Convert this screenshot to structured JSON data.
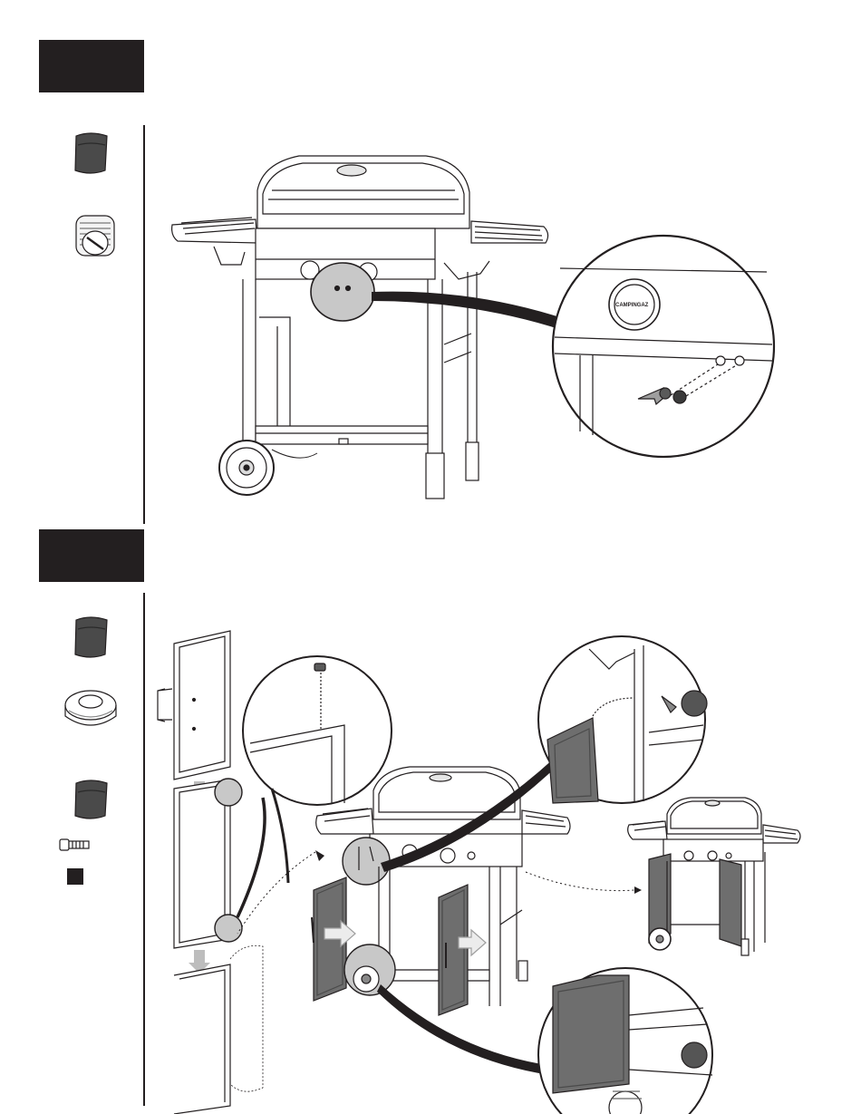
{
  "steps": [
    {
      "id": "step-a",
      "parts": [
        "glove-icon",
        "knob-nut-icon"
      ],
      "callout": {
        "brand": "CAMPINGAZ"
      }
    },
    {
      "id": "step-b",
      "parts": [
        "glove-icon",
        "washer-ring-icon",
        "glove-icon",
        "screw-icon",
        "square-marker-icon"
      ],
      "callout_badges": [
        "dark-circle-badge",
        "dark-circle-badge"
      ]
    }
  ],
  "colors": {
    "tab": "#231f20",
    "line": "#231f20",
    "highlight": "#c8c8c8",
    "glove": "#4a4a4a",
    "door": "#6e6e6e"
  }
}
